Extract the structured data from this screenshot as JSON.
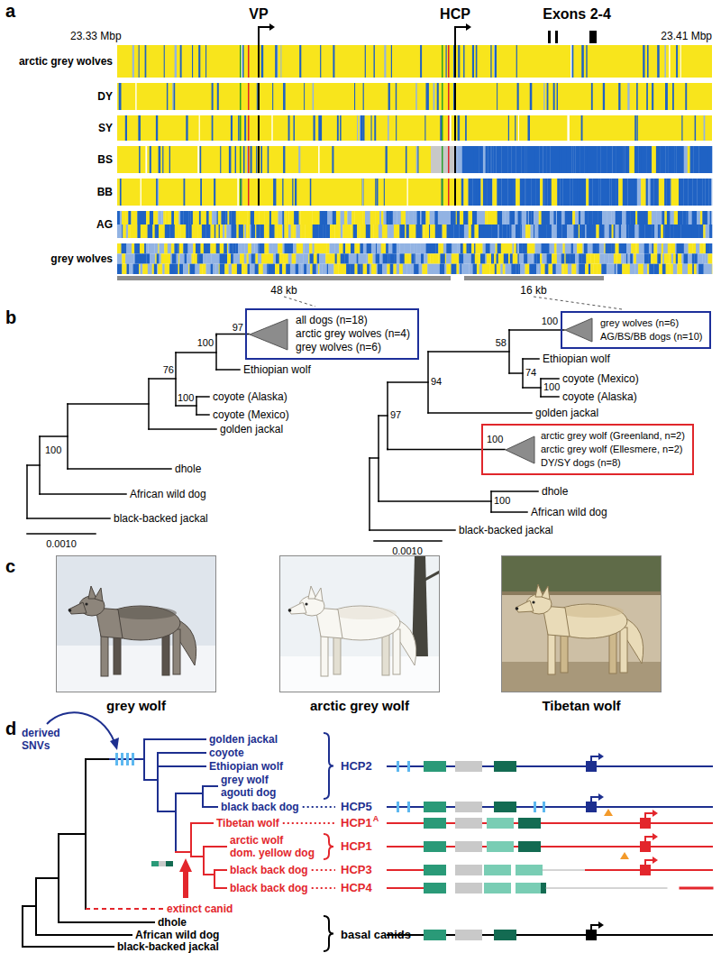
{
  "diagram": {
    "nodes": [
      {
        "text": [
          "all dogs (n=18)",
          "arctic grey wolves (n=4)",
          "grey wolves (n=6)"
        ]
      },
      {
        "text": [
          "grey wolves (n=6)",
          "AG/BS/BB dogs (n=10)"
        ]
      },
      {
        "text": [
          "100",
          "arctic grey wolf (Greenland, n=2)",
          "arctic grey wolf (Ellesmere, n=2)",
          "DY/SY dogs (n=8)"
        ]
      },
      {
        "text": [
          "grey wolf"
        ]
      },
      {
        "text": [
          "arctic grey wolf"
        ]
      },
      {
        "text": [
          "Tibetan wolf"
        ]
      }
    ],
    "labels": [
      "a",
      "VP",
      "HCP",
      "Exons 2-4",
      "23.33 Mbp",
      "23.41 Mbp",
      "arctic grey wolves",
      "DY",
      "SY",
      "BS",
      "BB",
      "AG",
      "grey wolves",
      "48 kb",
      "16 kb",
      "b",
      "97",
      "100",
      "Ethiopian wolf",
      "76",
      "100",
      "coyote (Alaska)",
      "coyote (Mexico)",
      "golden jackal",
      "100",
      "dhole",
      "African wild dog",
      "black-backed jackal",
      "0.0010",
      "100",
      "58",
      "Ethiopian wolf",
      "74",
      "coyote (Mexico)",
      "100",
      "coyote (Alaska)",
      "94",
      "golden jackal",
      "97",
      "100",
      "dhole",
      "African wild dog",
      "black-backed jackal",
      "0.0010",
      "c",
      "d",
      "derived SNVs",
      "golden jackal",
      "coyote",
      "Ethiopian wolf",
      "grey wolf",
      "agouti dog",
      "black back dog",
      "HCP2",
      "HCP5",
      "Tibetan wolf",
      "HCP1",
      "A",
      "arctic wolf",
      "dom. yellow dog",
      "HCP1",
      "black back dog",
      "HCP3",
      "black back dog",
      "HCP4",
      "extinct canid",
      "dhole",
      "African wild dog",
      "black-backed jackal",
      "basal canids"
    ]
  }
}
